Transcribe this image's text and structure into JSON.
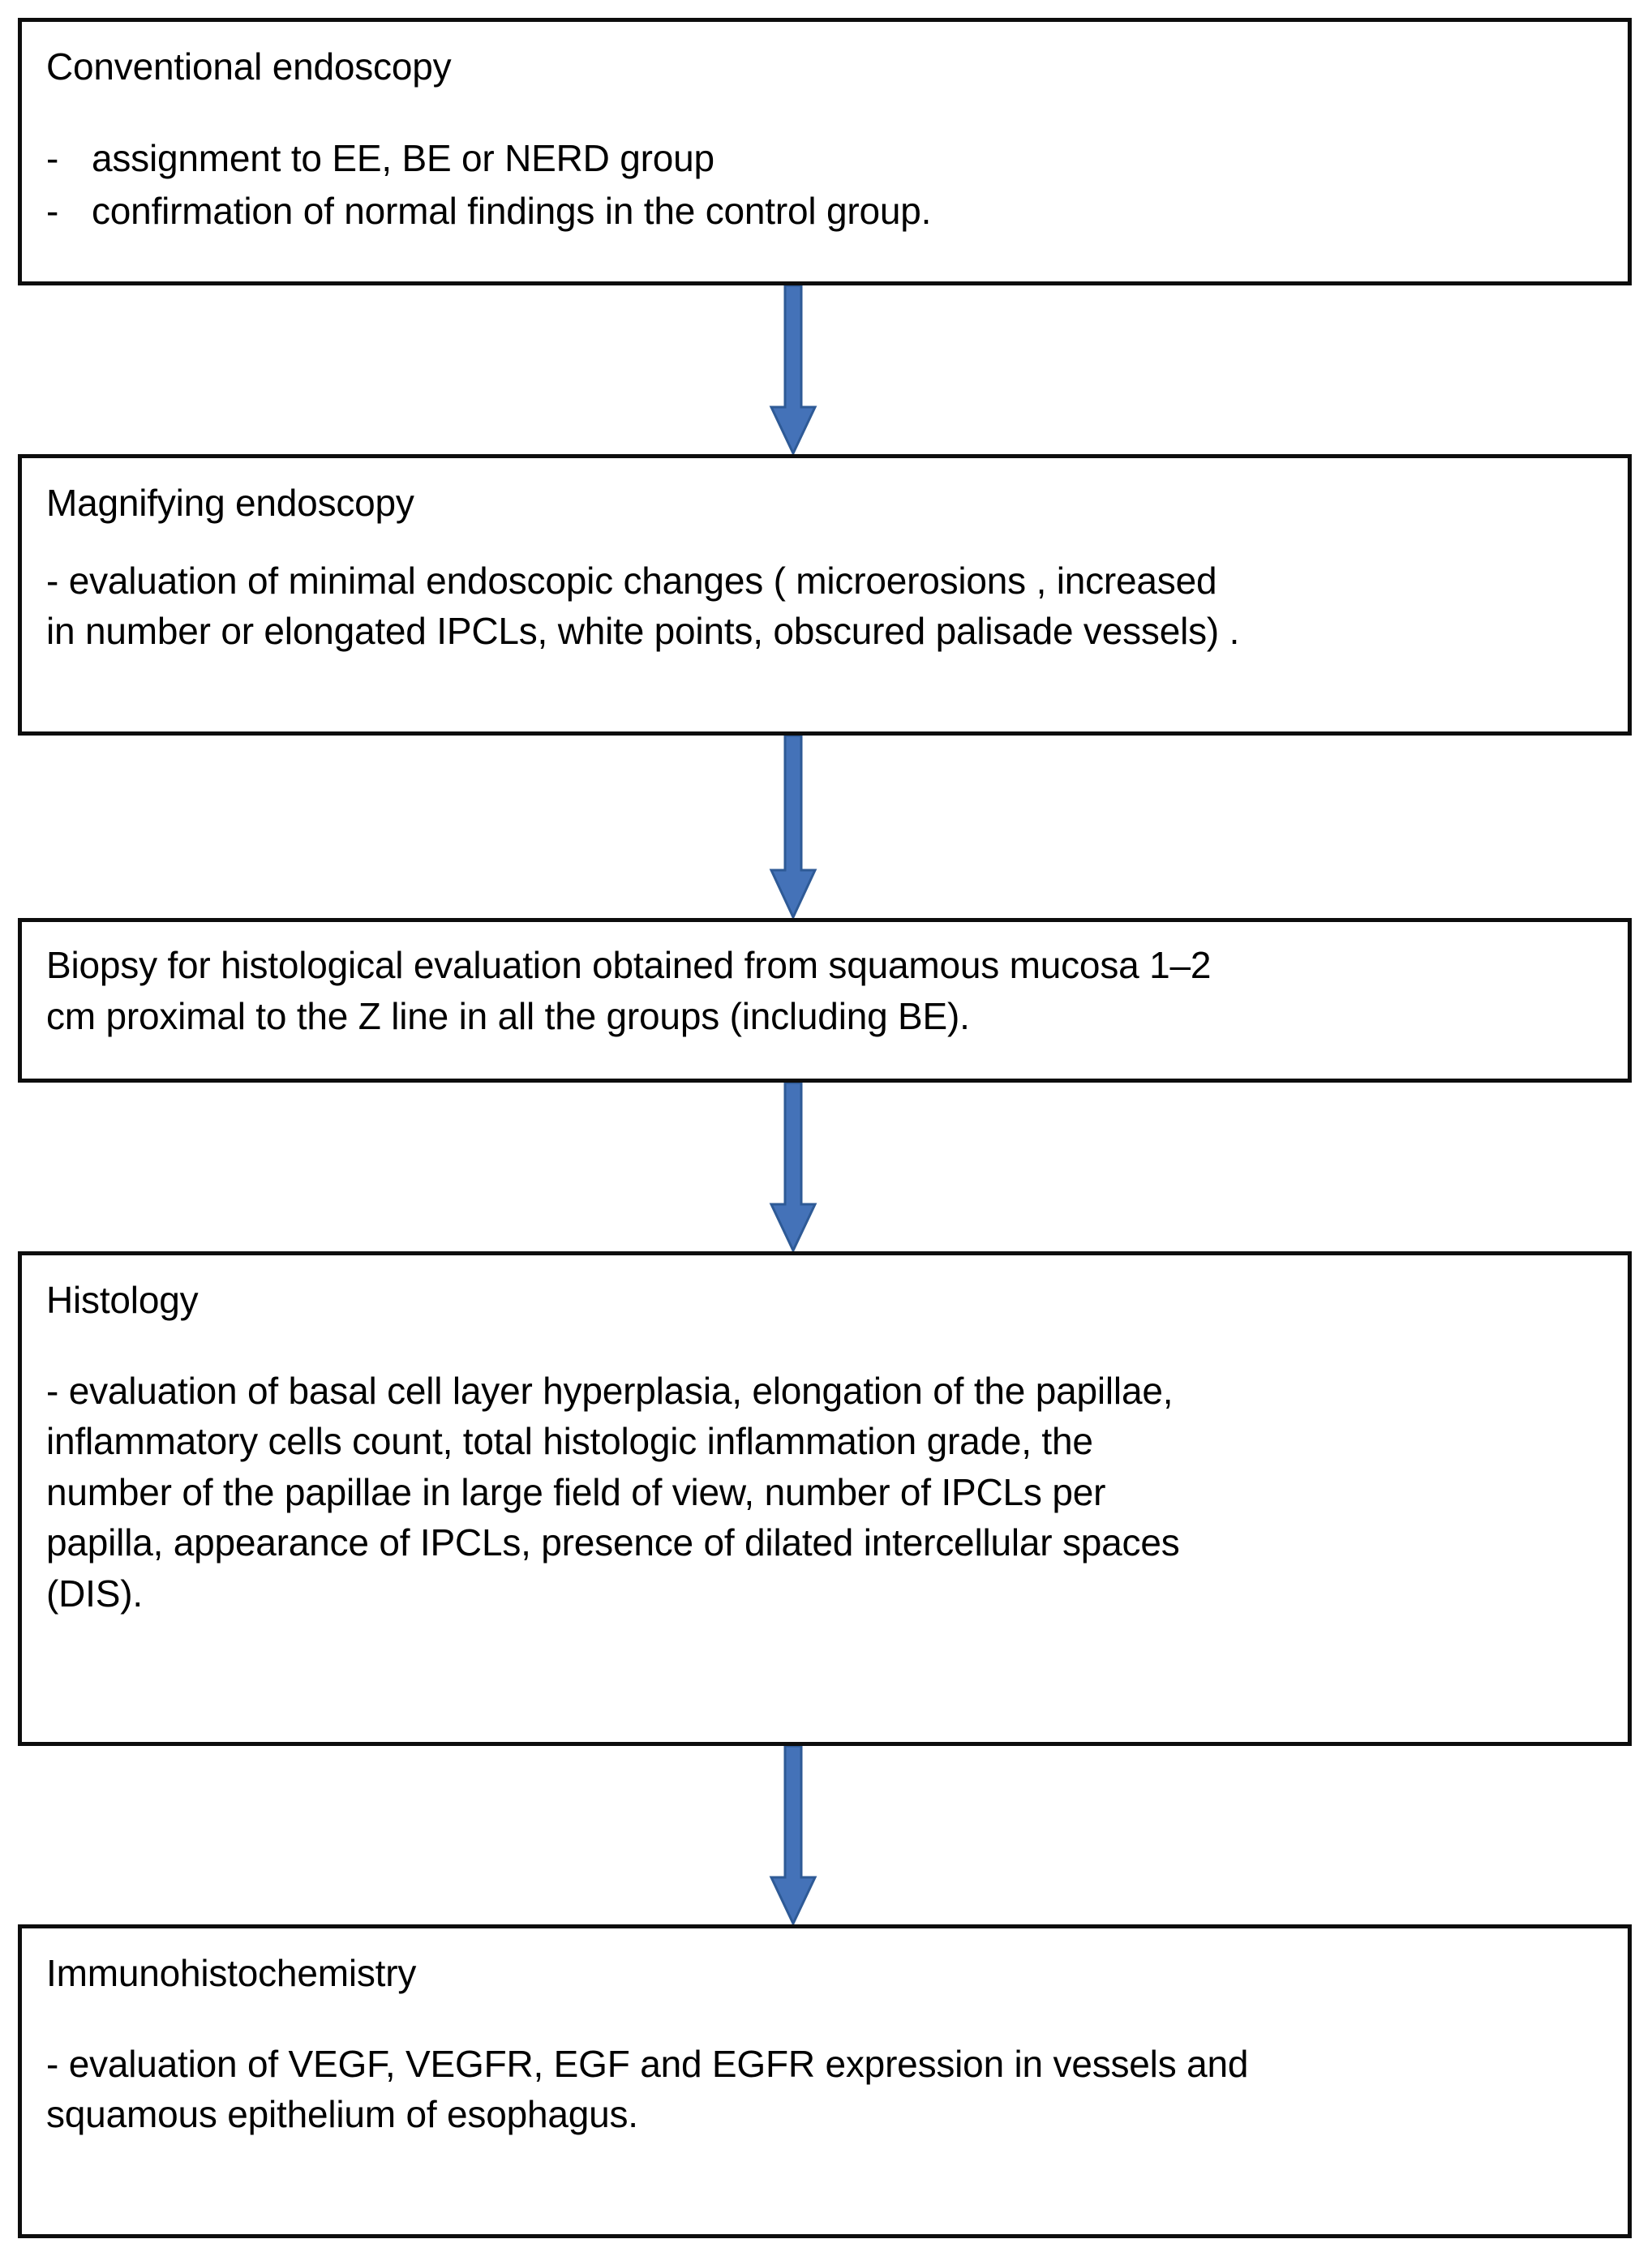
{
  "diagram": {
    "type": "flowchart",
    "orientation": "vertical",
    "node_count": 5,
    "arrow_count": 4,
    "colors": {
      "box_border": "#0d0d0d",
      "box_fill": "#ffffff",
      "arrow_fill": "#4472b8",
      "arrow_stroke": "#2e5a96",
      "text": "#000000",
      "background": "#ffffff"
    }
  },
  "nodes": [
    {
      "id": "conventional-endoscopy",
      "title": "Conventional endoscopy",
      "bullets": [
        {
          "marker": "-",
          "text": "assignment to EE, BE or NERD group"
        },
        {
          "marker": "-",
          "text": "confirmation of normal findings in the control group."
        }
      ]
    },
    {
      "id": "magnifying-endoscopy",
      "title": "Magnifying endoscopy",
      "body_lines": [
        "- evaluation of minimal endoscopic changes ( microerosions , increased",
        "in number or elongated IPCLs, white points, obscured palisade vessels) ."
      ]
    },
    {
      "id": "biopsy",
      "title": "",
      "body_lines": [
        "Biopsy for histological evaluation obtained from squamous mucosa 1–2",
        "cm proximal to the Z line in all the groups (including BE)."
      ]
    },
    {
      "id": "histology",
      "title": "Histology",
      "body_lines": [
        " - evaluation of basal cell layer hyperplasia, elongation of the papillae,",
        "inflammatory cells count, total histologic inflammation grade, the",
        "number of the papillae in large field of view, number of IPCLs per",
        "papilla, appearance of IPCLs, presence of dilated intercellular spaces",
        "(DIS)."
      ]
    },
    {
      "id": "immunohistochemistry",
      "title": "Immunohistochemistry",
      "body_lines": [
        "- evaluation of VEGF, VEGFR, EGF and EGFR expression in vessels and",
        "squamous epithelium of esophagus."
      ]
    }
  ],
  "arrows": [
    {
      "id": "arrow-1",
      "from": "conventional-endoscopy",
      "to": "magnifying-endoscopy",
      "direction": "down"
    },
    {
      "id": "arrow-2",
      "from": "magnifying-endoscopy",
      "to": "biopsy",
      "direction": "down"
    },
    {
      "id": "arrow-3",
      "from": "biopsy",
      "to": "histology",
      "direction": "down"
    },
    {
      "id": "arrow-4",
      "from": "histology",
      "to": "immunohistochemistry",
      "direction": "down"
    }
  ]
}
